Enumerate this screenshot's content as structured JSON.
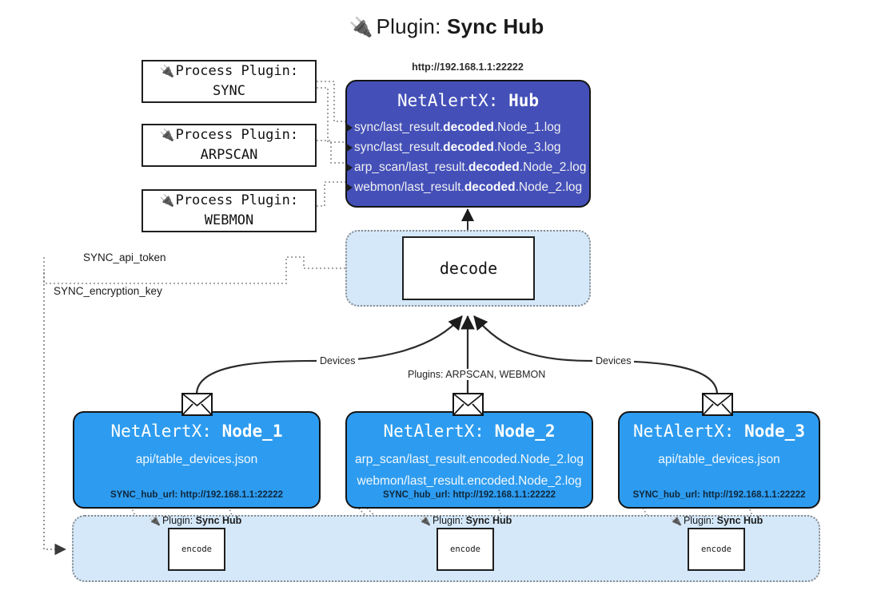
{
  "title": {
    "icon": "plug-icon",
    "label": "Plugin:",
    "value": "Sync Hub"
  },
  "process_plugins": [
    {
      "icon": "plug-icon",
      "label": "Process Plugin:",
      "value": "SYNC"
    },
    {
      "icon": "plug-icon",
      "label": "Process Plugin:",
      "value": "ARPSCAN"
    },
    {
      "icon": "plug-icon",
      "label": "Process Plugin:",
      "value": "WEBMON"
    }
  ],
  "hub": {
    "url_label": "http://192.168.1.1:22222",
    "prefix": "NetAlertX:",
    "name": "Hub",
    "logs": [
      {
        "pre": "sync/last_result.",
        "mid": "decoded",
        "post": ".Node_1.log"
      },
      {
        "pre": "sync/last_result.",
        "mid": "decoded",
        "post": ".Node_3.log"
      },
      {
        "pre": "arp_scan/last_result.",
        "mid": "decoded",
        "post": ".Node_2.log"
      },
      {
        "pre": "webmon/last_result.",
        "mid": "decoded",
        "post": ".Node_2.log"
      }
    ]
  },
  "decode": {
    "label": "decode"
  },
  "keys": {
    "api_token": "SYNC_api_token",
    "encryption_key": "SYNC_encryption_key"
  },
  "edge_labels": {
    "devices_left": "Devices",
    "devices_right": "Devices",
    "plugins_center": "Plugins: ARPSCAN, WEBMON"
  },
  "nodes": [
    {
      "prefix": "NetAlertX:",
      "name": "Node_1",
      "lines": [
        "api/table_devices.json"
      ],
      "url": "SYNC_hub_url: http://192.168.1.1:22222",
      "plugin_caption_label": "Plugin:",
      "plugin_caption_value": "Sync Hub",
      "encode_label": "encode"
    },
    {
      "prefix": "NetAlertX:",
      "name": "Node_2",
      "lines": [
        "arp_scan/last_result.encoded.Node_2.log",
        "webmon/last_result.encoded.Node_2.log"
      ],
      "url": "SYNC_hub_url: http://192.168.1.1:22222",
      "plugin_caption_label": "Plugin:",
      "plugin_caption_value": "Sync Hub",
      "encode_label": "encode"
    },
    {
      "prefix": "NetAlertX:",
      "name": "Node_3",
      "lines": [
        "api/table_devices.json"
      ],
      "url": "SYNC_hub_url: http://192.168.1.1:22222",
      "plugin_caption_label": "Plugin:",
      "plugin_caption_value": "Sync Hub",
      "encode_label": "encode"
    }
  ],
  "colors": {
    "hub_fill": "#4450b8",
    "node_fill": "#2d9cf0",
    "container_fill": "#d4e8fa",
    "stroke": "#141414",
    "dotted": "#8a8a8a"
  },
  "icons": {
    "envelope": "envelope-icon",
    "plug": "plug-icon"
  }
}
